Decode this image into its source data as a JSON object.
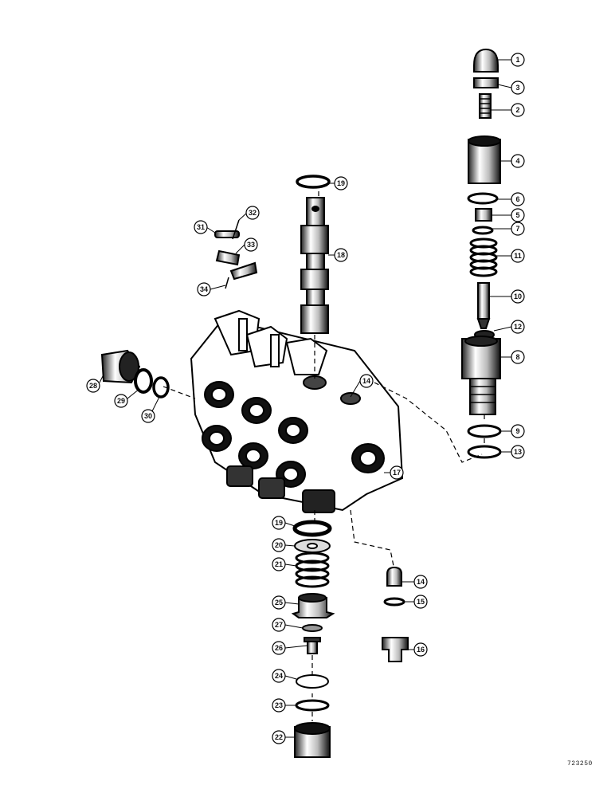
{
  "diagram": {
    "reference_code": "723250",
    "callouts": [
      "1",
      "3",
      "2",
      "4",
      "6",
      "5",
      "7",
      "11",
      "10",
      "12",
      "8",
      "9",
      "13",
      "19",
      "18",
      "31",
      "32",
      "33",
      "34",
      "14",
      "17",
      "28",
      "29",
      "30",
      "19",
      "20",
      "21",
      "25",
      "27",
      "26",
      "24",
      "23",
      "22",
      "14",
      "15",
      "16"
    ]
  }
}
